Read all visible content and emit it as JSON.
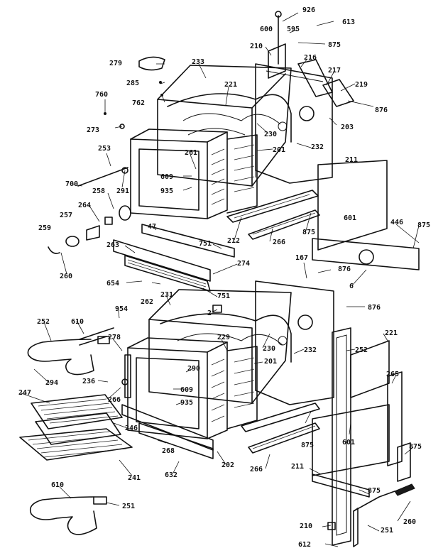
{
  "callouts": [
    {
      "id": "c926",
      "label": "926"
    },
    {
      "id": "c613",
      "label": "613"
    },
    {
      "id": "c600",
      "label": "600"
    },
    {
      "id": "c595",
      "label": "595"
    },
    {
      "id": "c875a",
      "label": "875"
    },
    {
      "id": "c210a",
      "label": "210"
    },
    {
      "id": "c216",
      "label": "216"
    },
    {
      "id": "c279",
      "label": "279"
    },
    {
      "id": "c233",
      "label": "233"
    },
    {
      "id": "c217",
      "label": "217"
    },
    {
      "id": "c285",
      "label": "285"
    },
    {
      "id": "c219",
      "label": "219"
    },
    {
      "id": "c762",
      "label": "762"
    },
    {
      "id": "c221a",
      "label": "221"
    },
    {
      "id": "c760",
      "label": "760"
    },
    {
      "id": "c876a",
      "label": "876"
    },
    {
      "id": "c273",
      "label": "273"
    },
    {
      "id": "c230a",
      "label": "230"
    },
    {
      "id": "c203",
      "label": "203"
    },
    {
      "id": "c232a",
      "label": "232"
    },
    {
      "id": "c253",
      "label": "253"
    },
    {
      "id": "c261a",
      "label": "261"
    },
    {
      "id": "c201a",
      "label": "201"
    },
    {
      "id": "c211a",
      "label": "211"
    },
    {
      "id": "c609a",
      "label": "609"
    },
    {
      "id": "c700",
      "label": "700"
    },
    {
      "id": "c291",
      "label": "291"
    },
    {
      "id": "c935a",
      "label": "935"
    },
    {
      "id": "c258",
      "label": "258"
    },
    {
      "id": "c264",
      "label": "264"
    },
    {
      "id": "c601a",
      "label": "601"
    },
    {
      "id": "c257",
      "label": "257"
    },
    {
      "id": "c446",
      "label": "446"
    },
    {
      "id": "c875b",
      "label": "875"
    },
    {
      "id": "c47",
      "label": "47"
    },
    {
      "id": "c259",
      "label": "259"
    },
    {
      "id": "c212",
      "label": "212"
    },
    {
      "id": "c266a",
      "label": "266"
    },
    {
      "id": "c875c",
      "label": "875"
    },
    {
      "id": "c263",
      "label": "263"
    },
    {
      "id": "c751a",
      "label": "751"
    },
    {
      "id": "c167",
      "label": "167"
    },
    {
      "id": "c260",
      "label": "260"
    },
    {
      "id": "c274",
      "label": "274"
    },
    {
      "id": "c876b",
      "label": "876"
    },
    {
      "id": "c6",
      "label": "6"
    },
    {
      "id": "c654",
      "label": "654"
    },
    {
      "id": "c262",
      "label": "262"
    },
    {
      "id": "c231",
      "label": "231"
    },
    {
      "id": "c751b",
      "label": "751"
    },
    {
      "id": "c2",
      "label": "2"
    },
    {
      "id": "c954",
      "label": "954"
    },
    {
      "id": "c876c",
      "label": "876"
    },
    {
      "id": "c252a",
      "label": "252"
    },
    {
      "id": "c610a",
      "label": "610"
    },
    {
      "id": "c278",
      "label": "278"
    },
    {
      "id": "c229",
      "label": "229"
    },
    {
      "id": "c230b",
      "label": "230"
    },
    {
      "id": "c232b",
      "label": "232"
    },
    {
      "id": "c252b",
      "label": "252"
    },
    {
      "id": "c221b",
      "label": "221"
    },
    {
      "id": "c294",
      "label": "294"
    },
    {
      "id": "c236",
      "label": "236"
    },
    {
      "id": "c290",
      "label": "290"
    },
    {
      "id": "c201b",
      "label": "201"
    },
    {
      "id": "c265",
      "label": "265"
    },
    {
      "id": "c266b",
      "label": "266"
    },
    {
      "id": "c609b",
      "label": "609"
    },
    {
      "id": "c247",
      "label": "247"
    },
    {
      "id": "c935b",
      "label": "935"
    },
    {
      "id": "c246",
      "label": "246"
    },
    {
      "id": "c875d",
      "label": "875"
    },
    {
      "id": "c601b",
      "label": "601"
    },
    {
      "id": "c875e",
      "label": "875"
    },
    {
      "id": "c268",
      "label": "268"
    },
    {
      "id": "c202",
      "label": "202"
    },
    {
      "id": "c211b",
      "label": "211"
    },
    {
      "id": "c632",
      "label": "632"
    },
    {
      "id": "c266c",
      "label": "266"
    },
    {
      "id": "c241",
      "label": "241"
    },
    {
      "id": "c875f",
      "label": "875"
    },
    {
      "id": "c610b",
      "label": "610"
    },
    {
      "id": "c251a",
      "label": "251"
    },
    {
      "id": "c260b",
      "label": "260"
    },
    {
      "id": "c210b",
      "label": "210"
    },
    {
      "id": "c251b",
      "label": "251"
    },
    {
      "id": "c612",
      "label": "612"
    }
  ]
}
